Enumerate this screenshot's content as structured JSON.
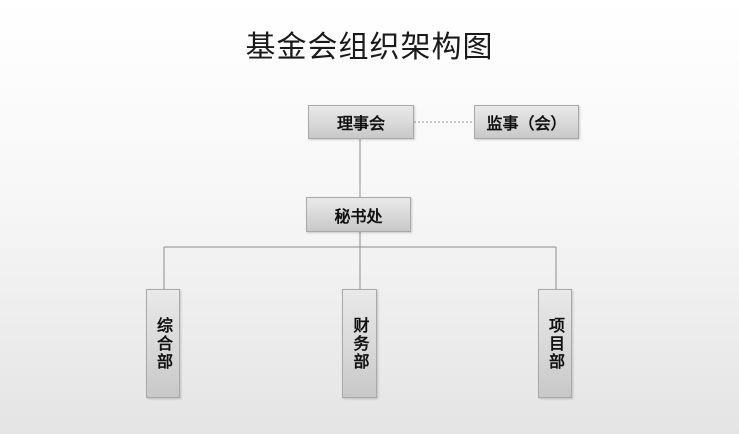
{
  "title": "基金会组织架构图",
  "nodes": {
    "council": "理事会",
    "supervisor": "监事（会）",
    "secretariat": "秘书处",
    "general_dept": "综合部",
    "finance_dept": "财务部",
    "project_dept": "项目部"
  }
}
